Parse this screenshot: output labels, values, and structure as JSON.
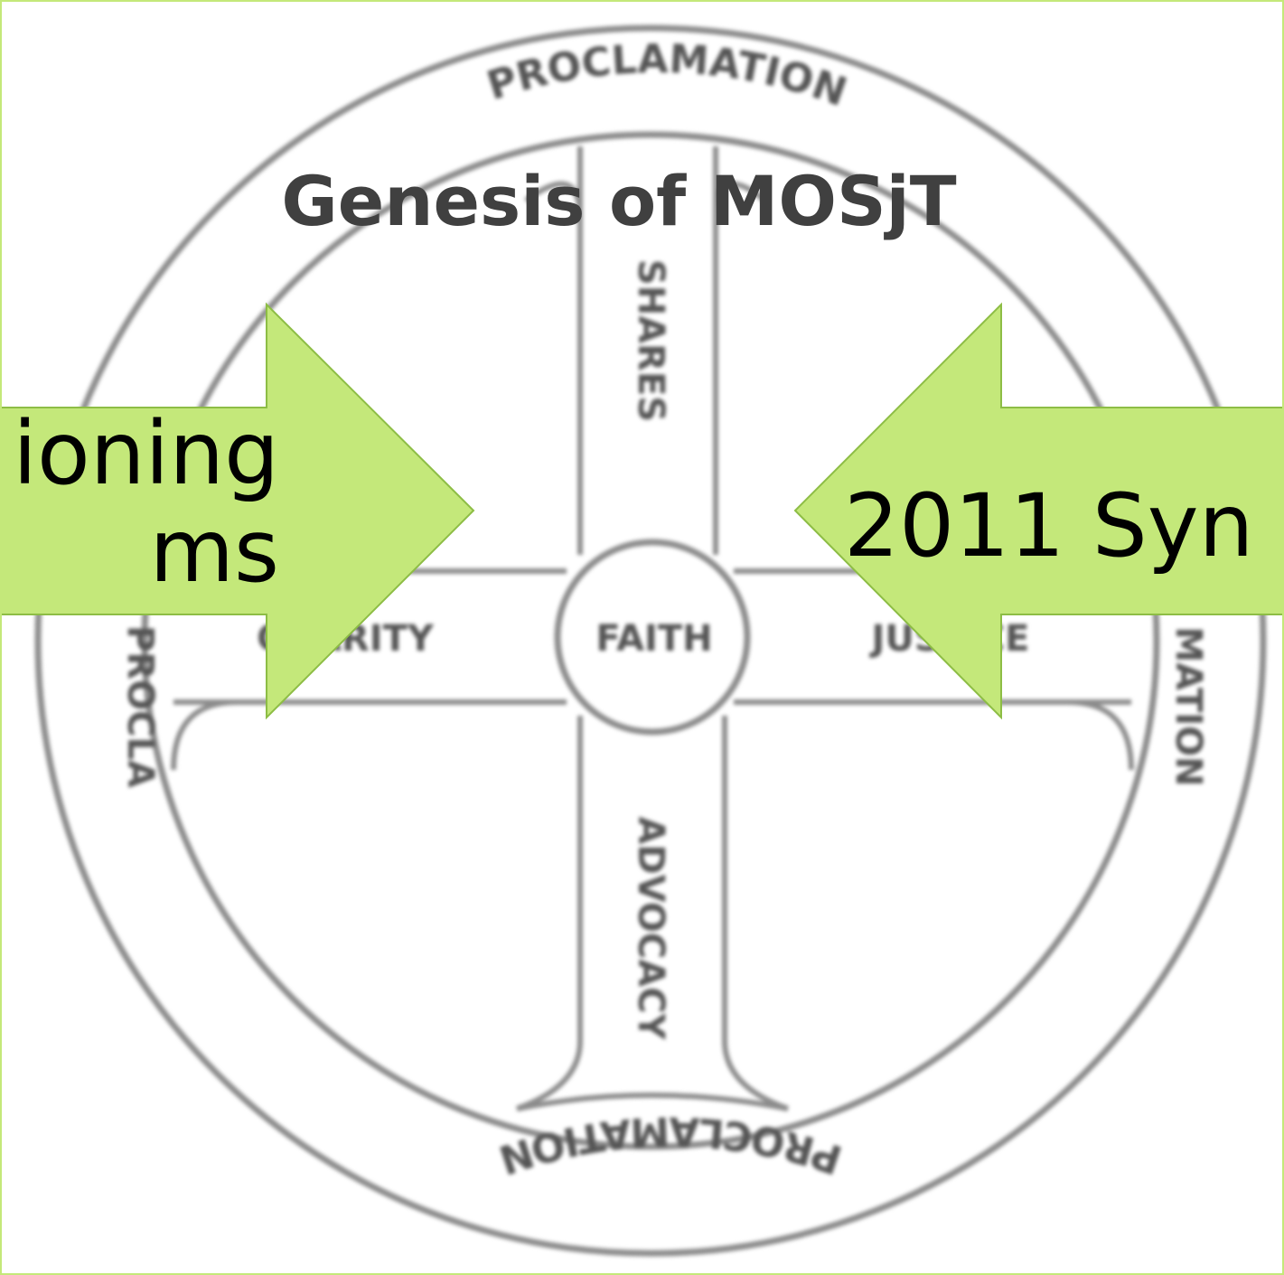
{
  "slide": {
    "title": "Genesis of MOSjT",
    "left_arrow": {
      "line1": "ioning",
      "line2": "ms"
    },
    "right_arrow": {
      "label": "2011 Syn"
    }
  },
  "wheel": {
    "ring_labels": {
      "top": "PROCLAMATION",
      "bottom": "PROCLAMATION",
      "left": "PROCLA",
      "right": "MATION"
    },
    "arm_labels": {
      "top": "SHARES",
      "bottom": "ADVOCACY",
      "left": "CHARITY",
      "right": "JUSTICE"
    },
    "center_label": "FAITH"
  },
  "colors": {
    "arrow_fill": "#c4e87a",
    "arrow_stroke": "#8dbd45",
    "title": "#404040",
    "wheel_line": "#8c8c8c",
    "wheel_text": "#555555",
    "border": "#c4e87a"
  }
}
